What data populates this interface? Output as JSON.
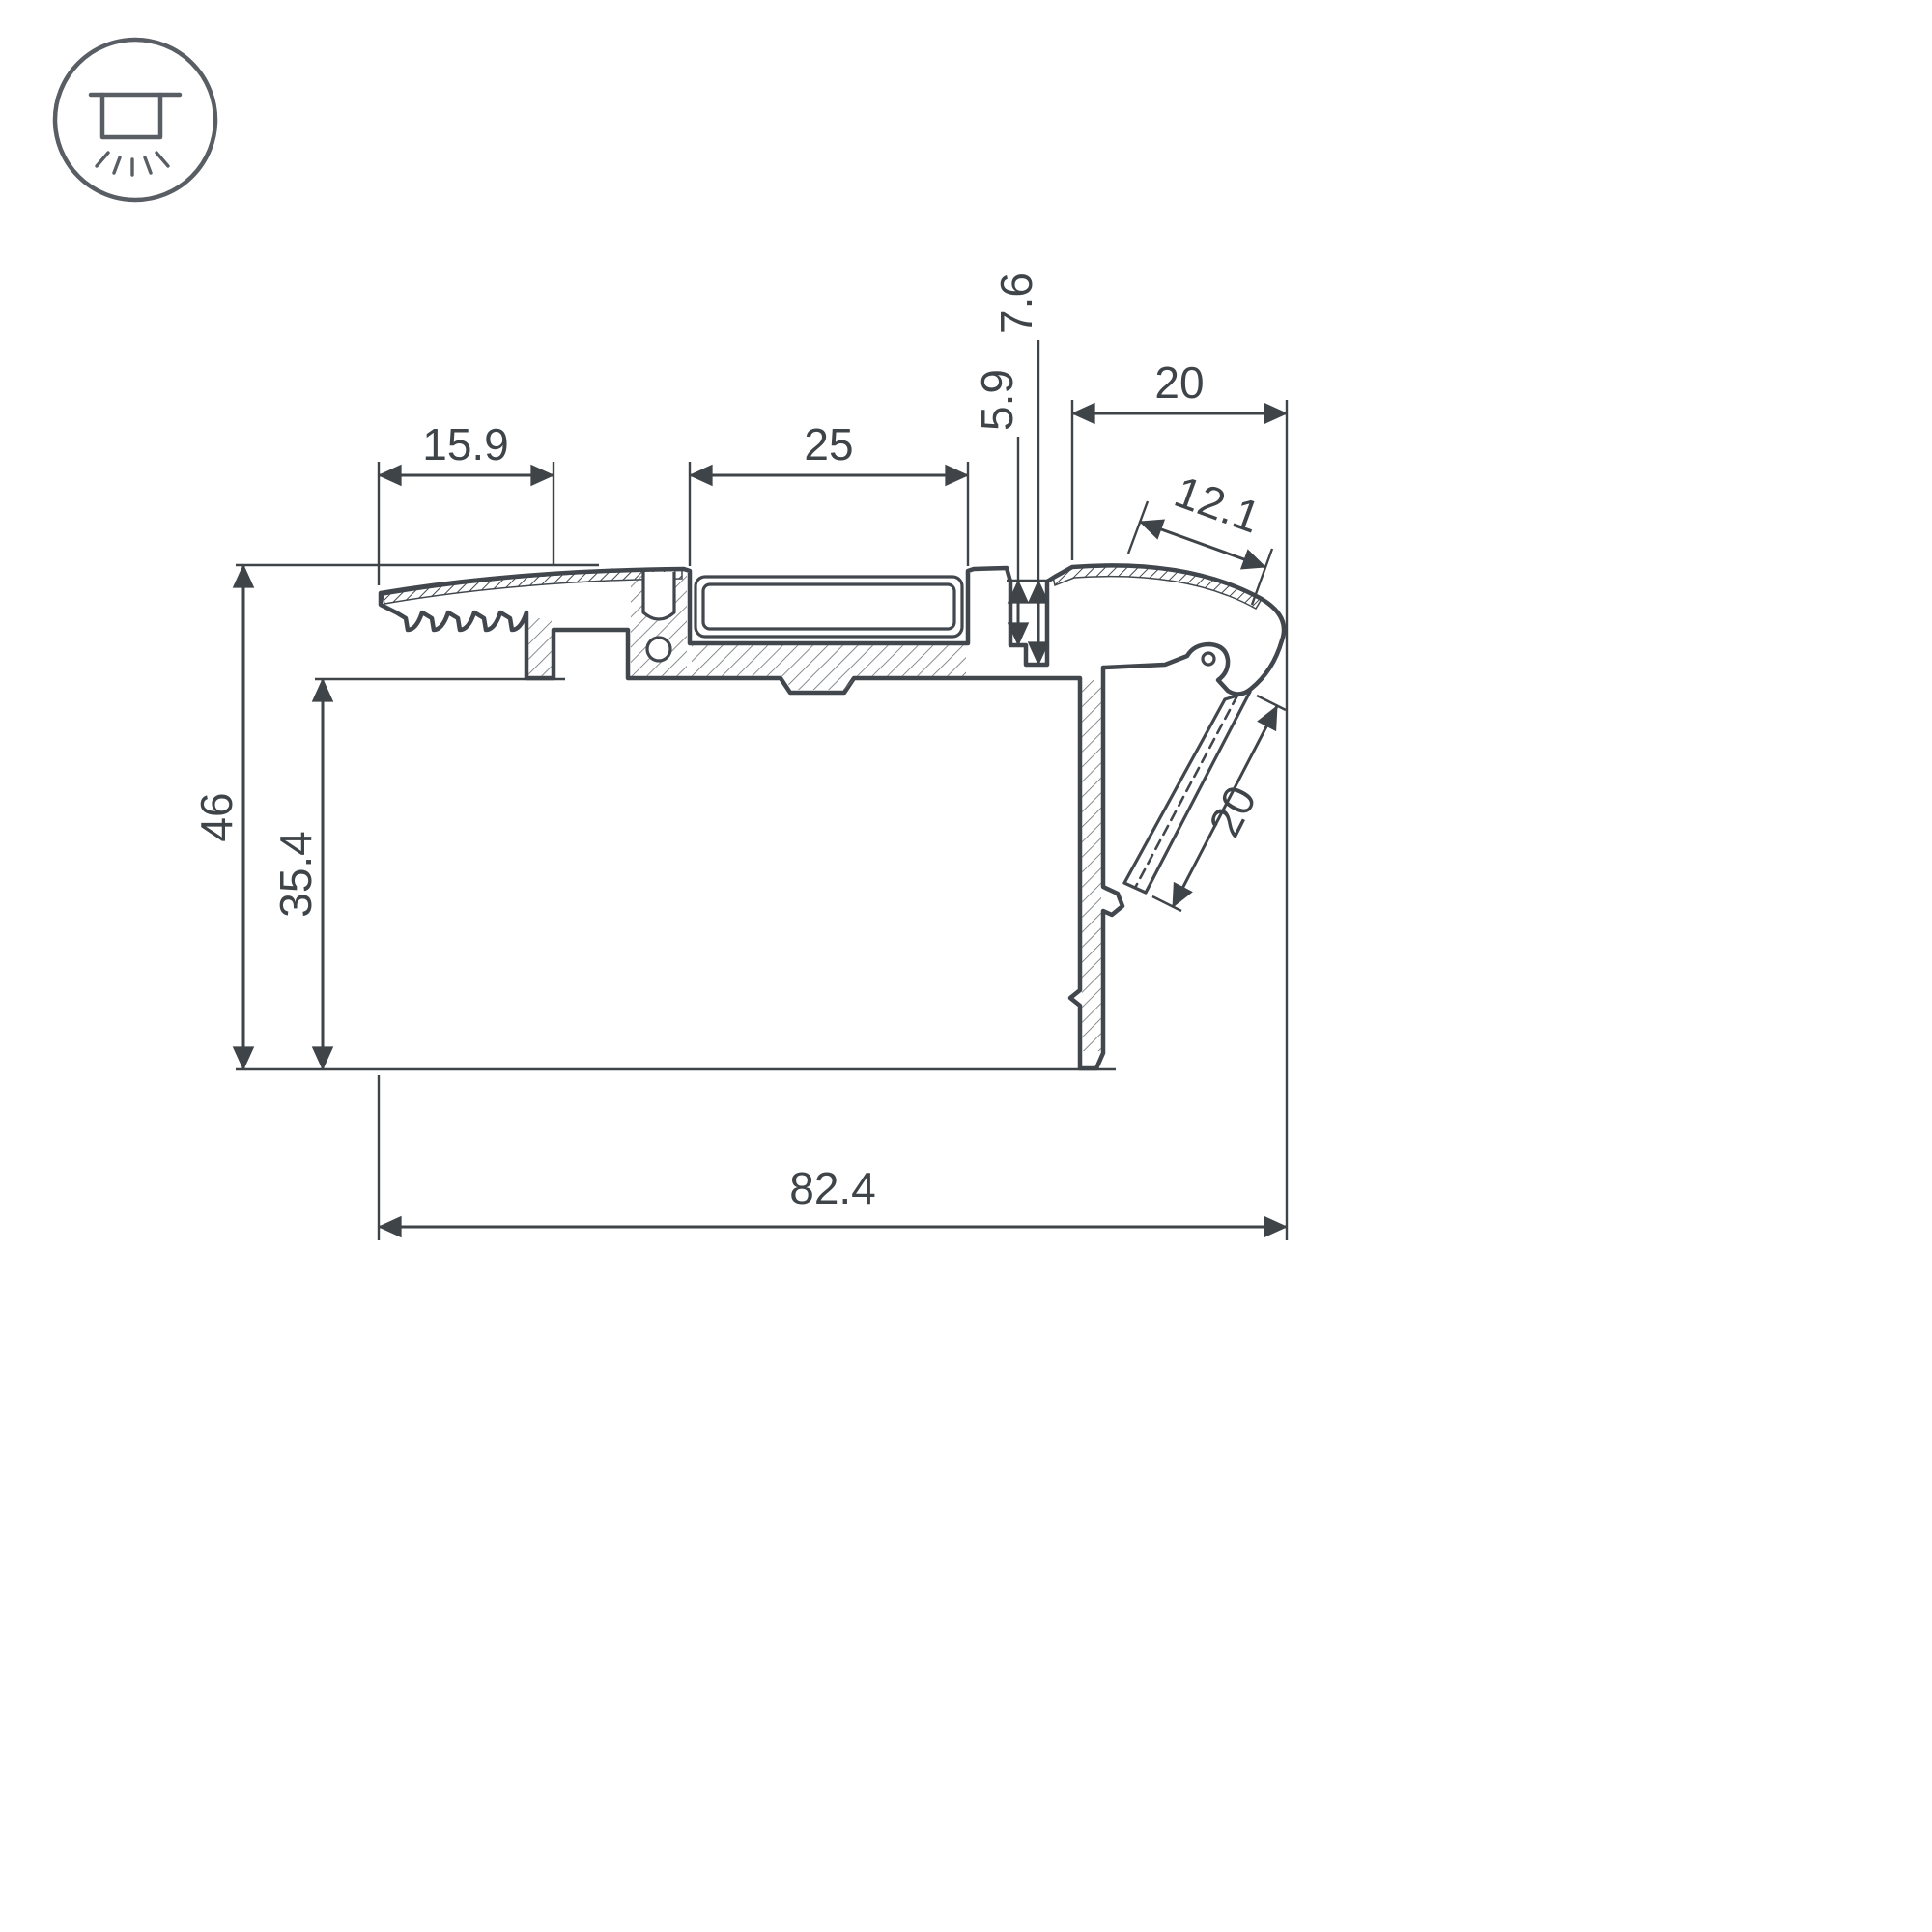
{
  "colors": {
    "line": "#41474d",
    "text": "#3f4449",
    "background": "#ffffff"
  },
  "icon": {
    "name": "recessed-ceiling-light"
  },
  "dims": {
    "flange_width": "15.9",
    "channel_width": "25",
    "recess_depth_small": "5.9",
    "recess_depth_large": "7.6",
    "nose_width": "20",
    "nose_face_width": "12.1",
    "total_height": "46",
    "body_height": "35.4",
    "slant_diffuser_width": "20",
    "total_width": "82.4"
  }
}
